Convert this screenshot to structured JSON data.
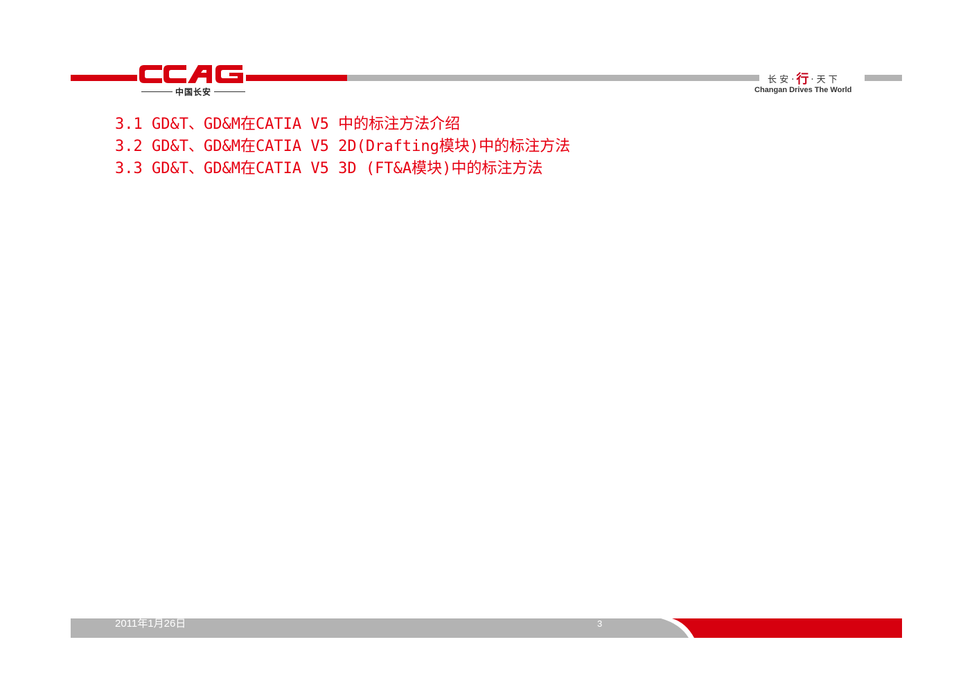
{
  "header": {
    "logo_text": "CCAG",
    "logo_subtitle": "中国长安",
    "slogan_cn_part1": "长 安 ·",
    "slogan_cn_xing": "行",
    "slogan_cn_part2": "· 天 下",
    "slogan_en": "Changan Drives The World"
  },
  "main": {
    "items": [
      "3.1 GD&T、GD&M在CATIA V5 中的标注方法介绍",
      "3.2 GD&T、GD&M在CATIA V5 2D(Drafting模块)中的标注方法",
      "3.3 GD&T、GD&M在CATIA V5 3D (FT&A模块)中的标注方法"
    ]
  },
  "footer": {
    "date": "2011年1月26日",
    "page_number": "3"
  },
  "colors": {
    "brand_red": "#d6000f",
    "text_red": "#e60012",
    "band_gray": "#b3b3b3"
  }
}
